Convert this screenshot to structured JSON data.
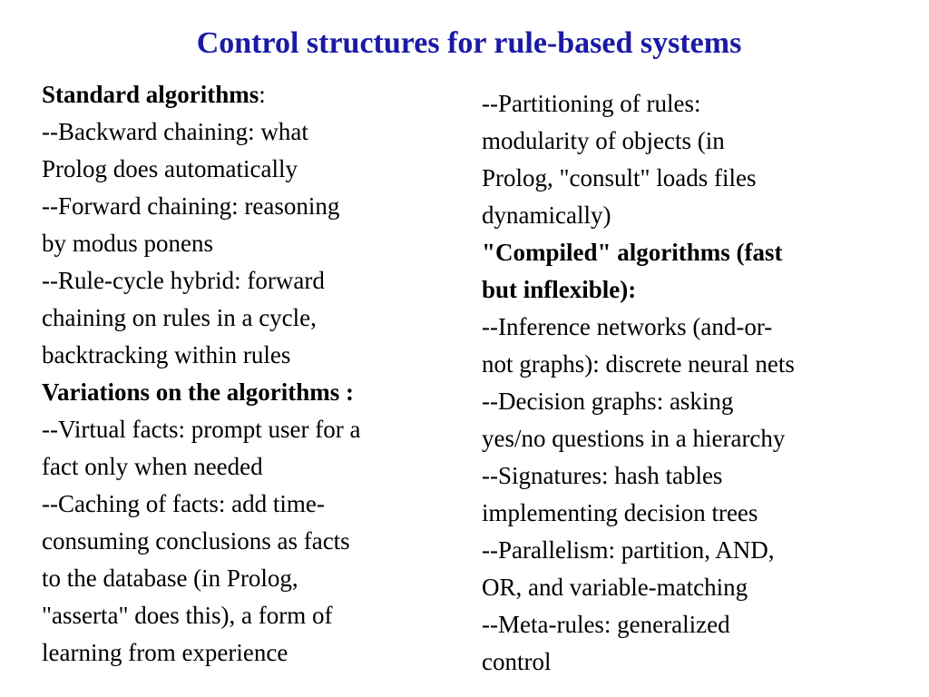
{
  "slide": {
    "title": "Control structures for rule-based systems",
    "title_color": "#1a1aa6",
    "left_column": [
      {
        "text": "Standard algorithms",
        "bold": true,
        "suffix": ":"
      },
      {
        "text": " --Backward chaining: what"
      },
      {
        "text": "Prolog does automatically"
      },
      {
        "text": "--Forward chaining: reasoning"
      },
      {
        "text": "by modus ponens"
      },
      {
        "text": "--Rule-cycle hybrid: forward"
      },
      {
        "text": "chaining on rules in a cycle,"
      },
      {
        "text": "backtracking within rules"
      },
      {
        "text": "Variations on the algorithms :",
        "bold": true
      },
      {
        "text": "--Virtual facts: prompt user for a"
      },
      {
        "text": "fact only when needed"
      },
      {
        "text": "--Caching of facts: add time-"
      },
      {
        "text": "consuming conclusions as facts"
      },
      {
        "text": "to the database (in Prolog,"
      },
      {
        "text": "\"asserta\" does this), a form of"
      },
      {
        "text": "learning from experience"
      }
    ],
    "right_column": [
      {
        "text": "--Partitioning of rules:"
      },
      {
        "text": "modularity of objects (in"
      },
      {
        "text": "Prolog, \"consult\" loads files"
      },
      {
        "text": "dynamically)"
      },
      {
        "text": "\"Compiled\" algorithms (fast",
        "bold": true
      },
      {
        "text": "but inflexible):",
        "bold": true
      },
      {
        "text": "--Inference networks (and-or-"
      },
      {
        "text": "not graphs): discrete neural nets"
      },
      {
        "text": "--Decision graphs: asking"
      },
      {
        "text": "yes/no questions in a hierarchy"
      },
      {
        "text": "--Signatures: hash tables"
      },
      {
        "text": "implementing decision trees"
      },
      {
        "text": "--Parallelism: partition, AND,"
      },
      {
        "text": "OR, and variable-matching"
      },
      {
        "text": "--Meta-rules: generalized"
      },
      {
        "text": "control"
      }
    ]
  }
}
